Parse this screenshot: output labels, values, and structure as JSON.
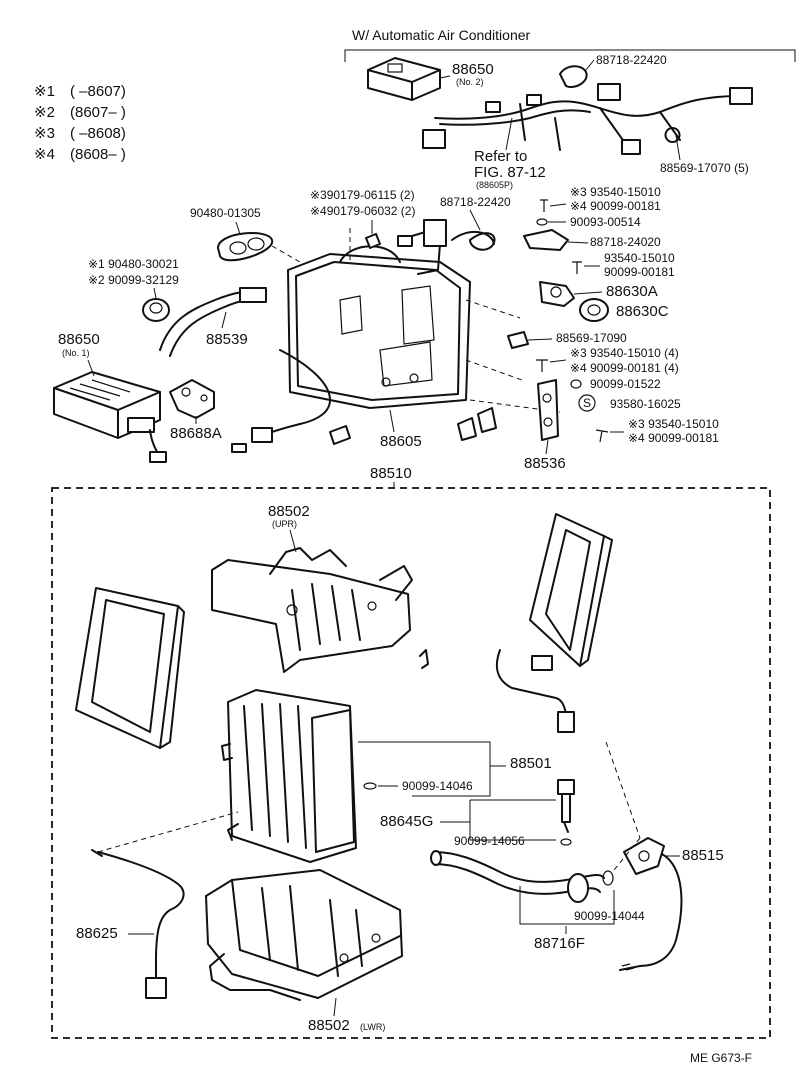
{
  "header": {
    "title": "W/ Automatic Air Conditioner"
  },
  "legend": [
    {
      "mark": "※1",
      "range": "(      –8607)"
    },
    {
      "mark": "※2",
      "range": "(8607–      )"
    },
    {
      "mark": "※3",
      "range": "(      –8608)"
    },
    {
      "mark": "※4",
      "range": "(8608–      )"
    }
  ],
  "refer": {
    "line1": "Refer to",
    "line2": "FIG. 87-12",
    "line3": "(88605P)"
  },
  "parts": {
    "p88650_2": "88650",
    "p88650_2_note": "(No. 2)",
    "p88718_22420_a": "88718-22420",
    "p88569_17070": "88569-17070 (5)",
    "p90179_a": "※390179-06115 (2)",
    "p90179_b": "※490179-06032 (2)",
    "p88718_22420_b": "88718-22420",
    "p93540_a": "※3 93540-15010",
    "p90099_00181_a": "※4 90099-00181",
    "p90093_00514": "90093-00514",
    "p88718_24020": "88718-24020",
    "p93540_b": "93540-15010",
    "p90099_00181_b": "90099-00181",
    "p88630A": "88630A",
    "p88630C": "88630C",
    "p90480_01305": "90480-01305",
    "p90480_30021": "※1 90480-30021",
    "p90099_32129": "※2 90099-32129",
    "p88539": "88539",
    "p88650_1": "88650",
    "p88650_1_note": "(No. 1)",
    "p88688A": "88688A",
    "p88569_17090": "88569-17090",
    "p93540_c": "※3 93540-15010 (4)",
    "p90099_00181_c": "※4 90099-00181 (4)",
    "p90099_01522": "90099-01522",
    "pS": "S",
    "p93580_16025": "93580-16025",
    "p93540_d": "※3 93540-15010",
    "p90099_00181_d": "※4 90099-00181",
    "p88605": "88605",
    "p88536": "88536",
    "p88510": "88510",
    "p88502_upr": "88502",
    "p88502_upr_note": "(UPR)",
    "p88501": "88501",
    "p90099_14046": "90099-14046",
    "p88645G": "88645G",
    "p90099_14056": "90099-14056",
    "p88515": "88515",
    "p90099_14044": "90099-14044",
    "p88716F": "88716F",
    "p88625": "88625",
    "p88502_lwr": "88502",
    "p88502_lwr_note": "(LWR)"
  },
  "footer": {
    "code": "ME  G673-F"
  }
}
